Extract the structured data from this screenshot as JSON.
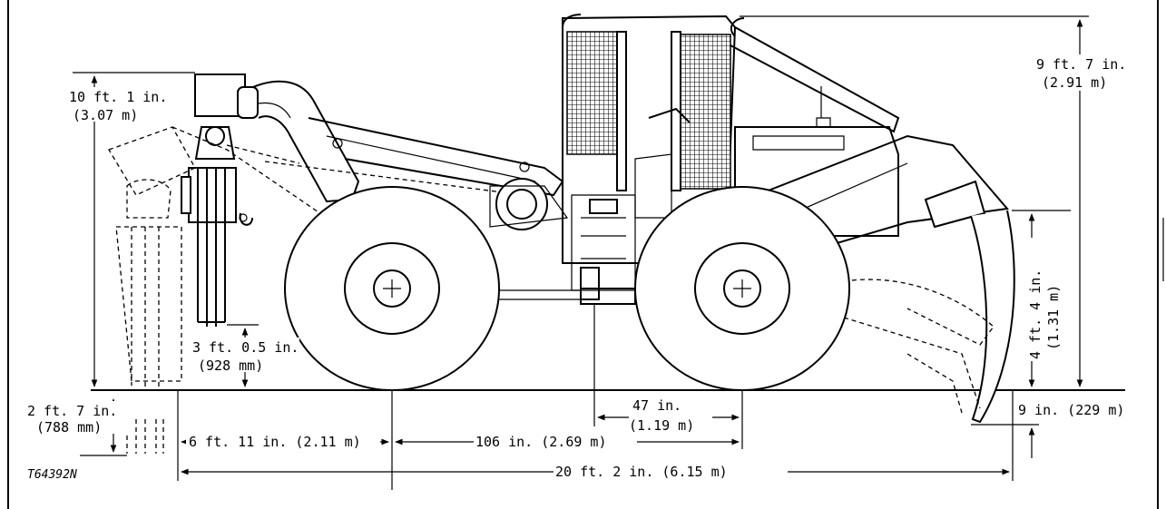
{
  "figure_id": "T64392N",
  "dimensions": {
    "cab_height": {
      "imperial": "9 ft. 7 in.",
      "metric": "(2.91 m)"
    },
    "grapple_height": {
      "imperial": "10 ft. 1 in.",
      "metric": "(3.07 m)"
    },
    "grapple_ground_clearance": {
      "imperial": "3 ft. 0.5 in.",
      "metric": "(928 mm)"
    },
    "grapple_depth_below_ground": {
      "imperial": "2 ft. 7 in.",
      "metric": "(788 mm)"
    },
    "blade_height": {
      "imperial": "4 ft. 4 in.",
      "metric": "(1.31 m)"
    },
    "blade_below_ground": {
      "text": "9 in. (229 m)"
    },
    "rear_overhang": {
      "text": "6 ft. 11 in. (2.11 m)"
    },
    "wheelbase": {
      "text": "106 in. (2.69 m)"
    },
    "front_axle_to_pivot": {
      "imperial": "47 in.",
      "metric": "(1.19 m)"
    },
    "overall_length": {
      "text": "20 ft. 2 in. (6.15 m)"
    }
  }
}
